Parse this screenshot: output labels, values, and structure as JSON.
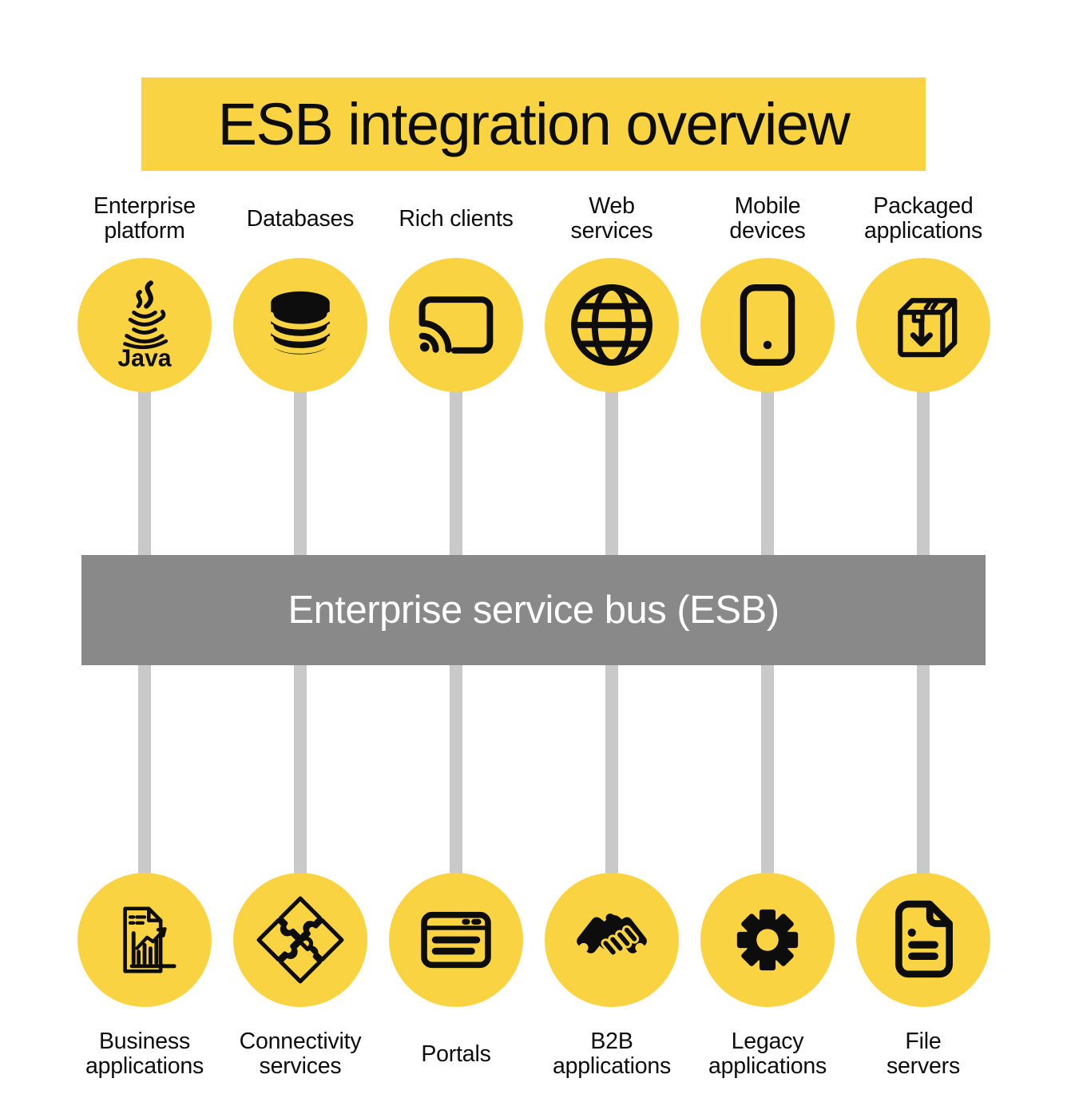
{
  "title": "ESB integration overview",
  "bus": {
    "label": "Enterprise service bus (ESB)"
  },
  "colors": {
    "node_yellow": "#F9D342",
    "banner_yellow": "#F9D342",
    "bus_gray": "#898989",
    "connector_gray": "#C9C9C9",
    "icon_black": "#0D0D0D",
    "bus_text": "#FFFFFF",
    "background": "#FFFFFF"
  },
  "top_row": [
    {
      "label": "Enterprise\nplatform",
      "icon": "java-icon",
      "icon_text": "Java"
    },
    {
      "label": "Databases",
      "icon": "database-icon"
    },
    {
      "label": "Rich clients",
      "icon": "cast-screen-icon"
    },
    {
      "label": "Web\nservices",
      "icon": "globe-icon"
    },
    {
      "label": "Mobile\ndevices",
      "icon": "mobile-phone-icon"
    },
    {
      "label": "Packaged\napplications",
      "icon": "package-box-download-icon"
    }
  ],
  "bottom_row": [
    {
      "label": "Business\napplications",
      "icon": "document-chart-icon"
    },
    {
      "label": "Connectivity\nservices",
      "icon": "puzzle-pieces-icon"
    },
    {
      "label": "Portals",
      "icon": "browser-window-icon"
    },
    {
      "label": "B2B\napplications",
      "icon": "handshake-icon"
    },
    {
      "label": "Legacy\napplications",
      "icon": "gear-icon"
    },
    {
      "label": "File\nservers",
      "icon": "file-document-icon"
    }
  ]
}
